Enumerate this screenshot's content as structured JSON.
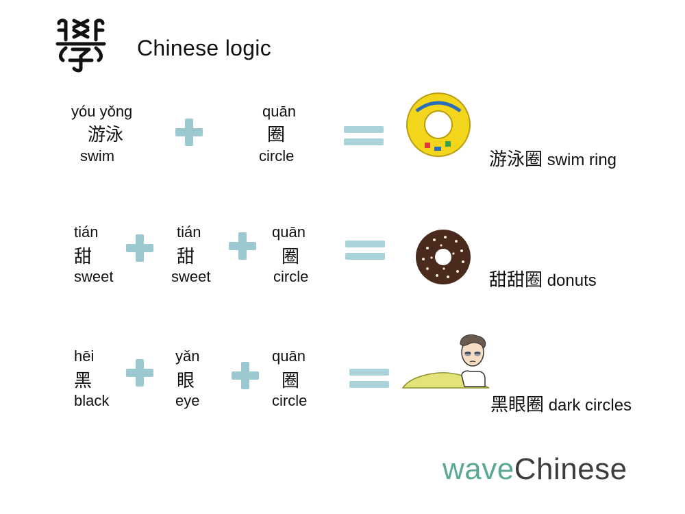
{
  "header": {
    "title": "Chinese logic",
    "seal_icon": "seal-script-character-icon"
  },
  "rows": [
    {
      "terms": [
        {
          "pinyin": "yóu yǒng",
          "hanzi": "游泳",
          "english": "swim"
        },
        {
          "pinyin": "quān",
          "hanzi": "圈",
          "english": "circle"
        }
      ],
      "image": "swim-ring-image",
      "result_hanzi": "游泳圈",
      "result_english": "swim ring"
    },
    {
      "terms": [
        {
          "pinyin": "tián",
          "hanzi": "甜",
          "english": "sweet"
        },
        {
          "pinyin": "tián",
          "hanzi": "甜",
          "english": "sweet"
        },
        {
          "pinyin": "quān",
          "hanzi": "圈",
          "english": "circle"
        }
      ],
      "image": "donut-image",
      "result_hanzi": "甜甜圈",
      "result_english": "donuts"
    },
    {
      "terms": [
        {
          "pinyin": "hēi",
          "hanzi": "黑",
          "english": "black"
        },
        {
          "pinyin": "yǎn",
          "hanzi": "眼",
          "english": "eye"
        },
        {
          "pinyin": "quān",
          "hanzi": "圈",
          "english": "circle"
        }
      ],
      "image": "tired-person-image",
      "result_hanzi": "黑眼圈",
      "result_english": "dark circles"
    }
  ],
  "colors": {
    "plus": "#9cc9cf",
    "equals": "#a9d3d8",
    "logo_wave": "#5aa893",
    "logo_chinese": "#3d3d3d",
    "swim_ring": "#f1d61c",
    "donut": "#4a2a1c"
  },
  "logo": {
    "part1": "wave",
    "part2": "Chinese"
  }
}
